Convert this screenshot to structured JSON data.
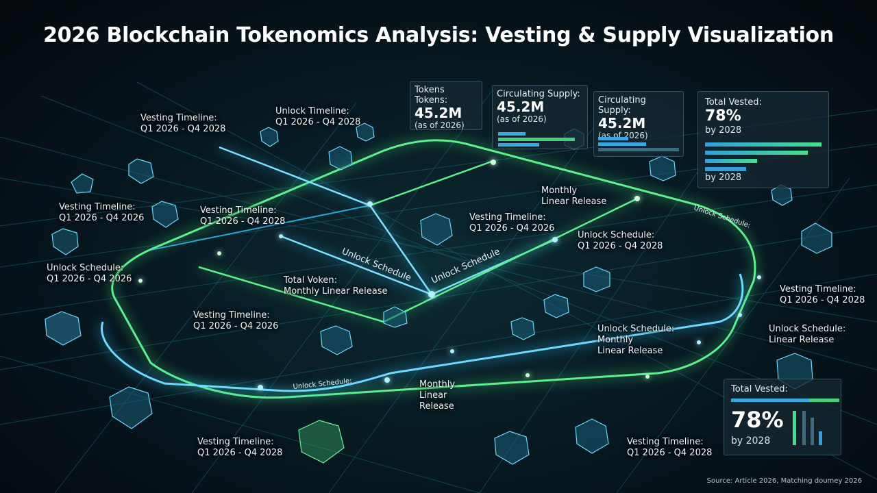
{
  "title": "2026 Blockchain Tokenomics Analysis: Vesting & Supply Visualization",
  "cards": {
    "tokens": {
      "head": "Tokens Tokens:",
      "value": "45.2M",
      "sub": "(as of 2026)"
    },
    "circulating_1": {
      "head": "Circulating Supply:",
      "value": "45.2M",
      "sub": "(as of 2026)"
    },
    "circulating_2": {
      "head": "Circulating Supply:",
      "value": "45.2M",
      "sub": "(as of 2026)"
    },
    "vested_top": {
      "head": "Total Vested:",
      "value": "78%",
      "sub": "by 2028",
      "foot": "by 2028"
    },
    "vested_bottom": {
      "head": "Total Vested:",
      "value": "78%",
      "sub": "by 2028"
    }
  },
  "labels": {
    "l1": [
      "Vesting Timeline:",
      "Q1 2026 - Q4 2028"
    ],
    "l2": [
      "Unlock Timeline:",
      "Q1 2026 - Q4 2028"
    ],
    "l3": [
      "Vesting Timeline:",
      "Q1 2026 - Q4 2026"
    ],
    "l4": [
      "Vesting Timeline:",
      "Q1 2026 - Q4 2028"
    ],
    "l5": [
      "Unlock Schedule:",
      "Q1 2026 - Q4 2026"
    ],
    "l6": [
      "Monthly",
      "Linear Release"
    ],
    "l7": [
      "Vesting Timeline:",
      "Q1 2026 - Q4 2026"
    ],
    "l8": [
      "Unlock Schedule:",
      "Q1 2026 - Q4 2028"
    ],
    "l9": [
      "Total Voken:",
      "Monthly Linear Release"
    ],
    "l10": [
      "Vesting Timeline:",
      "Q1 2026 - Q4 2026"
    ],
    "l11": [
      "Vesting Timeline:",
      "Q1 2026 - Q4 2028"
    ],
    "l12": [
      "Unlock Schedule:",
      "Monthly",
      "Linear Release"
    ],
    "l13": [
      "Unlock Schedule:",
      "Linear Release"
    ],
    "l14": [
      "Monthly",
      "Linear",
      "Release"
    ],
    "l15": [
      "Vesting Timeline:",
      "Q1 2026 - Q4 2028"
    ],
    "l16": [
      "Vesting Timeline:",
      "Q1 2026 - Q4 2028"
    ]
  },
  "track_labels": {
    "unlock_schedule_1": "Unlock Schedule",
    "unlock_schedule_2": "Unlock Schedule",
    "unlock_schedule_3": "Unlock Schedule:",
    "unlock_schedule_4": "Unlock Schedule:"
  },
  "source": "Source: Article 2026, Matching doumey 2026",
  "colors": {
    "cyan": "#33c6ff",
    "green": "#44e07a",
    "bg": "#071419"
  }
}
